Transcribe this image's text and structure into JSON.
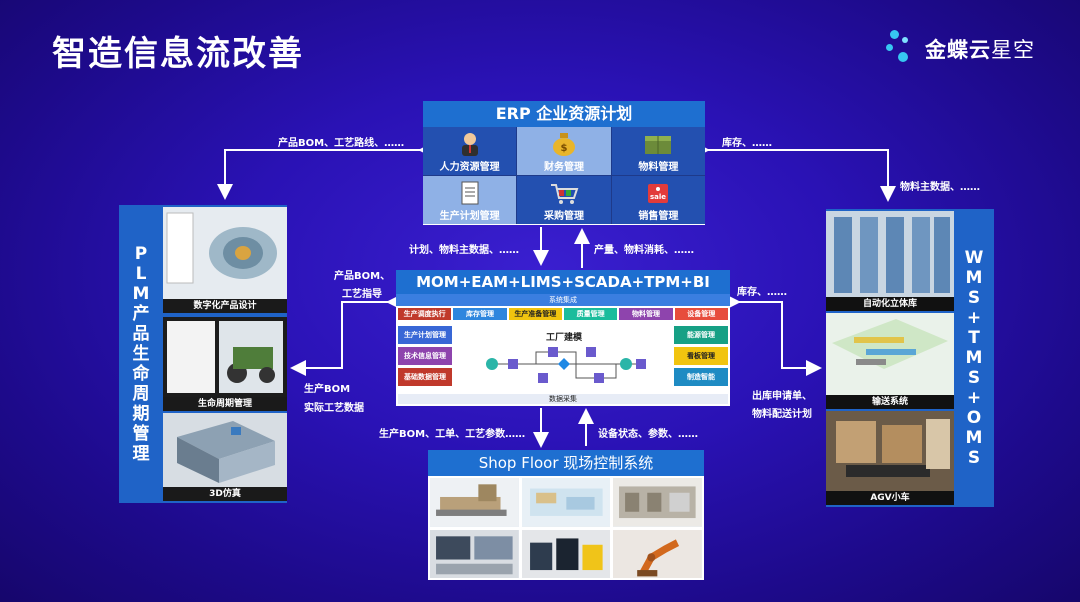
{
  "title": "智造信息流改善",
  "logo": {
    "brand": "金蝶云",
    "product": "星空"
  },
  "colors": {
    "panel_header": "#1e6fd0",
    "background": "#2a12b5",
    "accent": "#37c7f2"
  },
  "erp": {
    "title": "ERP 企业资源计划",
    "modules": [
      {
        "label": "人力资源管理",
        "icon": "person-icon"
      },
      {
        "label": "财务管理",
        "icon": "money-bag-icon"
      },
      {
        "label": "物料管理",
        "icon": "boxes-icon"
      },
      {
        "label": "生产计划管理",
        "icon": "document-icon"
      },
      {
        "label": "采购管理",
        "icon": "shopping-cart-icon"
      },
      {
        "label": "销售管理",
        "icon": "sale-tag-icon"
      }
    ]
  },
  "mom": {
    "title": "MOM+EAM+LIMS+SCADA+TPM+BI",
    "integration": "系统集成",
    "top_tags": [
      "生产调度执行",
      "库存管理",
      "生产准备管理",
      "质量管理",
      "物料管理",
      "设备管理"
    ],
    "left_tags": [
      "生产计划管理",
      "技术信息管理",
      "基础数据管理"
    ],
    "right_tags": [
      "能源管理",
      "看板管理",
      "制造智能"
    ],
    "center": "工厂建模",
    "footer": "数据采集"
  },
  "shop": {
    "title": "Shop Floor 现场控制系统"
  },
  "plm": {
    "vertical": [
      "P",
      "L",
      "M",
      "产",
      "品",
      "生",
      "命",
      "周",
      "期",
      "管",
      "理"
    ],
    "images": [
      {
        "caption": "数字化产品设计"
      },
      {
        "caption": "生命周期管理"
      },
      {
        "caption": "3D仿真"
      }
    ]
  },
  "wms": {
    "vertical": [
      "W",
      "M",
      "S",
      "+",
      "T",
      "M",
      "S",
      "+",
      "O",
      "M",
      "S"
    ],
    "images": [
      {
        "caption": "自动化立体库"
      },
      {
        "caption": "输送系统"
      },
      {
        "caption": "AGV小车"
      }
    ]
  },
  "flows": {
    "erp_to_plm": "产品BOM、工艺路线、……",
    "erp_to_wms_store": "库存、……",
    "wms_master": "物料主数据、……",
    "erp_down": "计划、物料主数据、……",
    "mom_up": "产量、物料消耗、……",
    "plm_to_mom_1": "产品BOM、",
    "plm_to_mom_2": "工艺指导",
    "mom_to_plm_1": "生产BOM",
    "mom_to_plm_2": "实际工艺数据",
    "wms_to_mom": "库存、……",
    "mom_to_wms_1": "出库申请单、",
    "mom_to_wms_2": "物料配送计划",
    "mom_down": "生产BOM、工单、工艺参数……",
    "shop_up": "设备状态、参数、……"
  }
}
